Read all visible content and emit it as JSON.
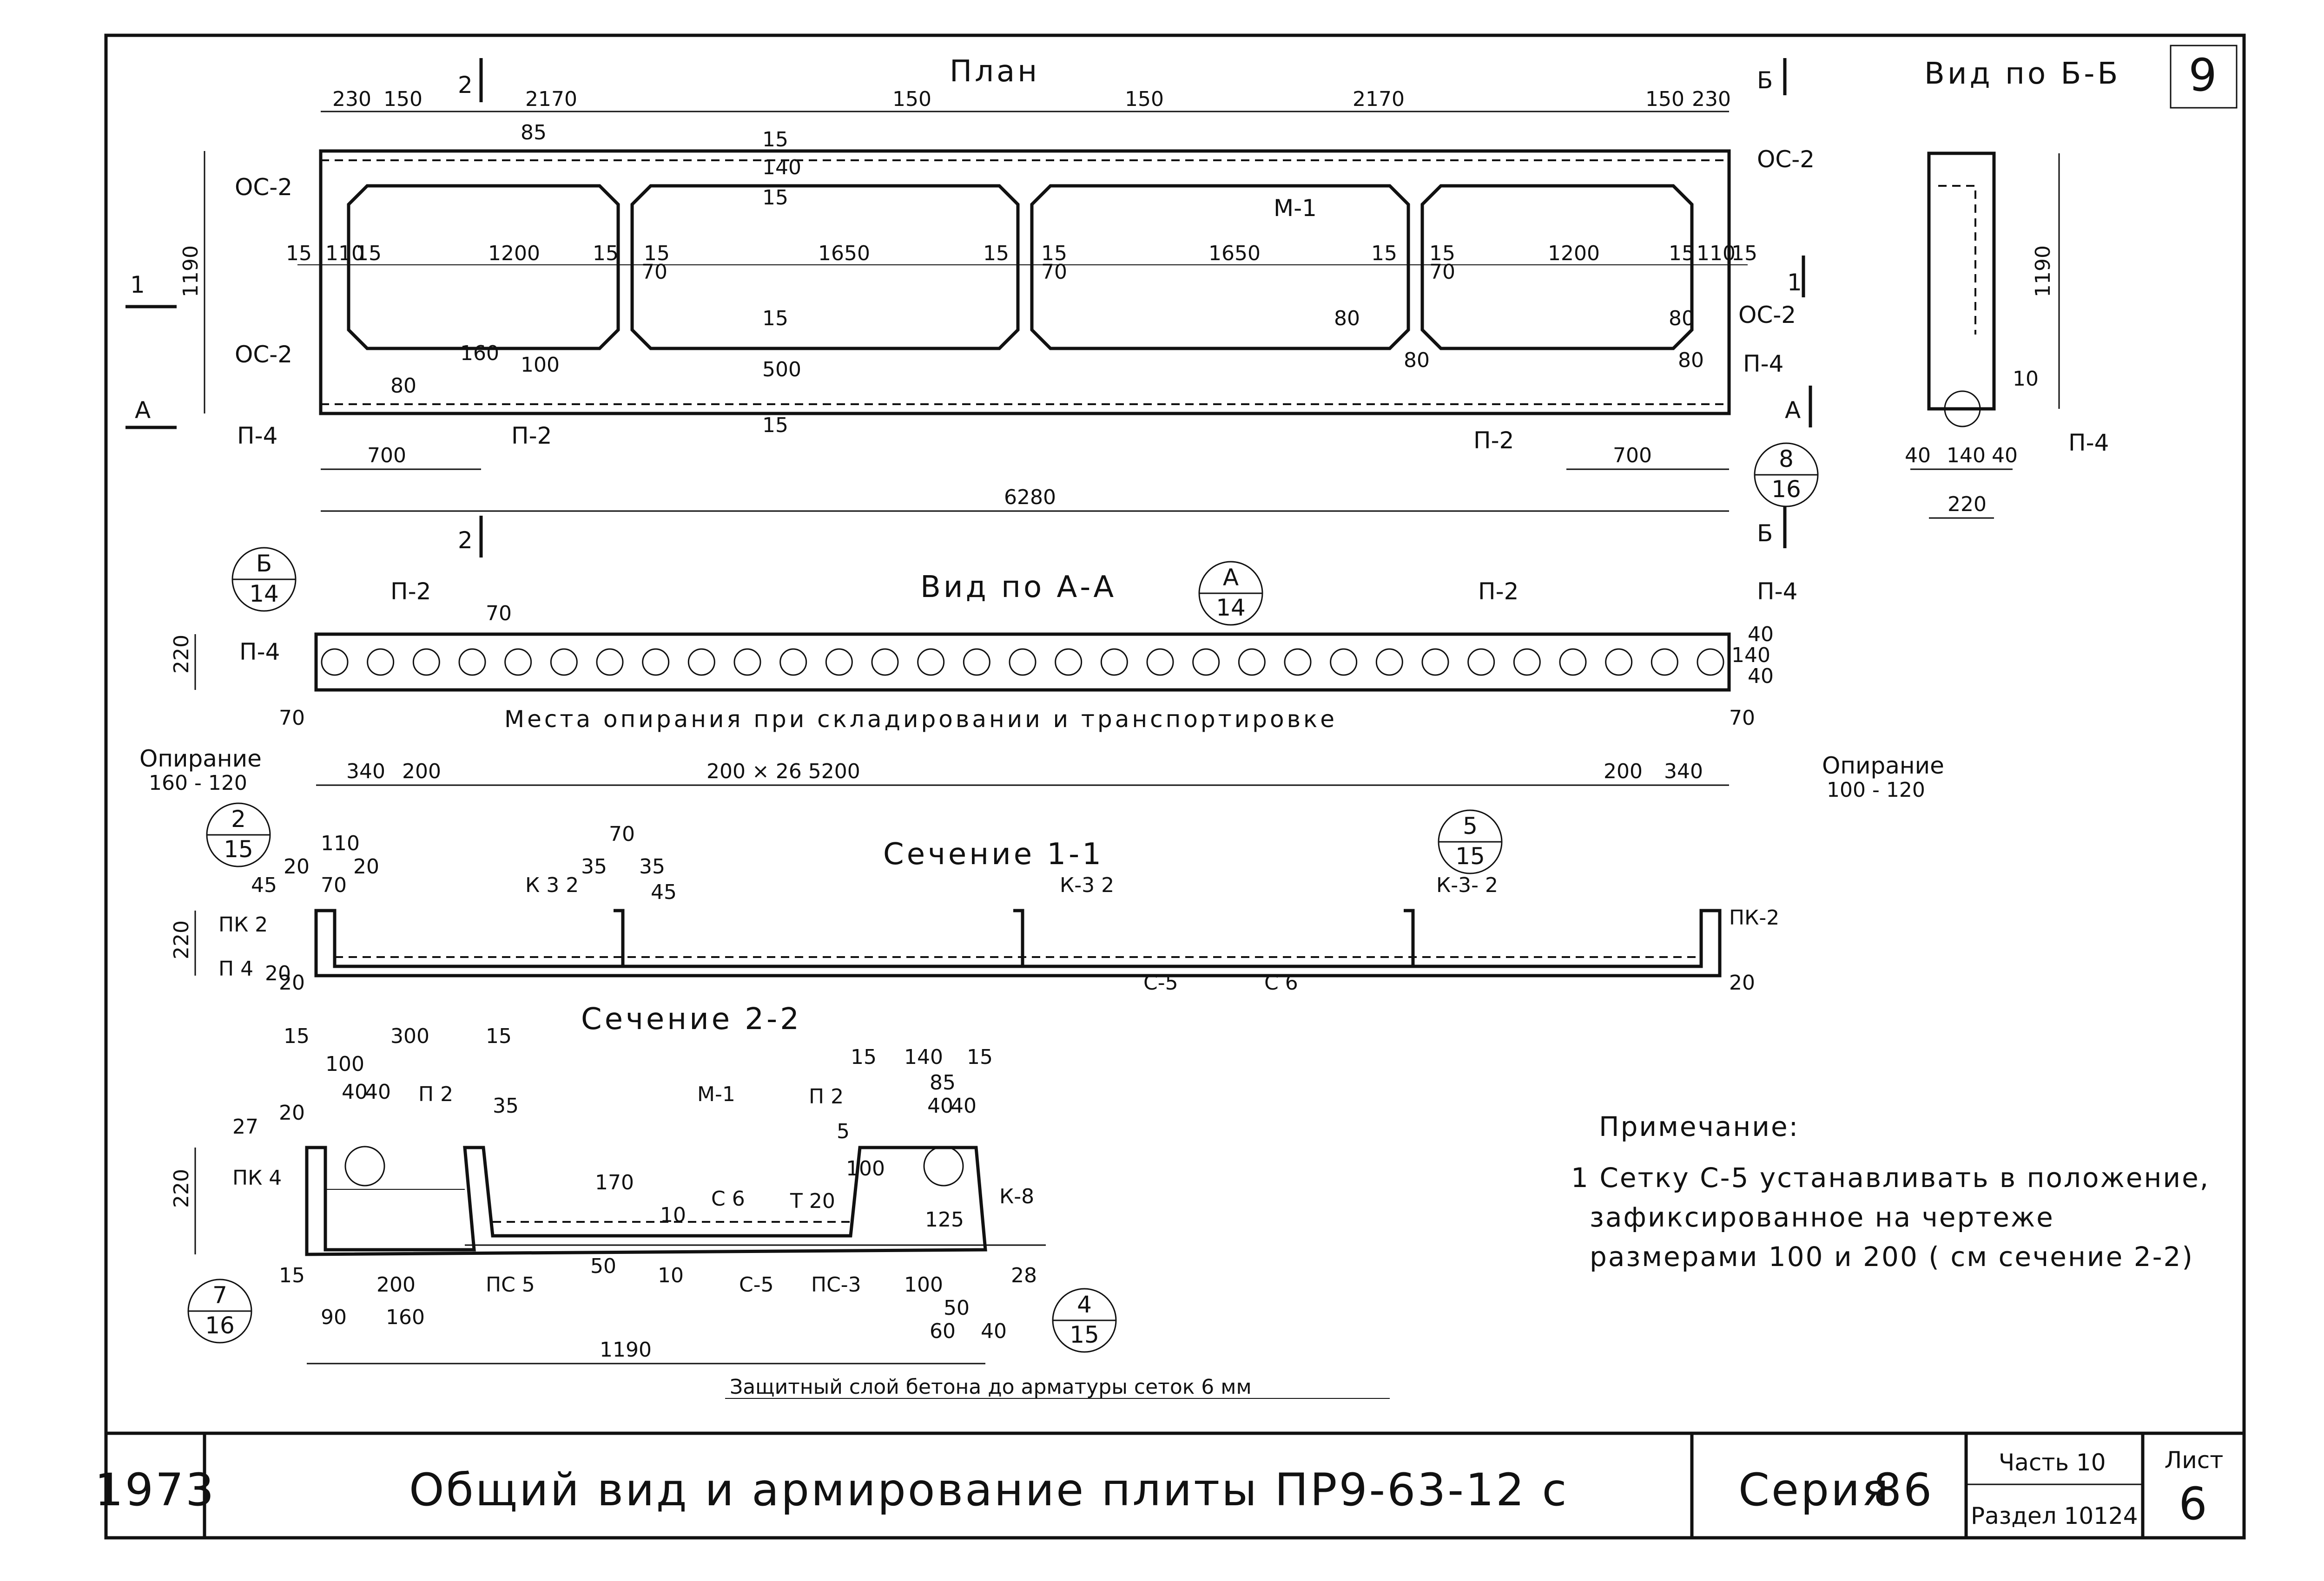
{
  "sheet": {
    "corner_number": "9"
  },
  "plan": {
    "title": "План",
    "section_marks": {
      "s2": "2",
      "s1": "1",
      "a": "А",
      "b": "Б"
    },
    "top_dims": [
      "230",
      "150",
      "2170",
      "150",
      "150",
      "2170",
      "150",
      "230"
    ],
    "cell_dims": [
      "15",
      "110",
      "15",
      "1200",
      "15",
      "15",
      "1650",
      "15",
      "15",
      "1650",
      "15",
      "15",
      "1200",
      "15",
      "110",
      "15"
    ],
    "misc_dims": [
      "85",
      "15",
      "140",
      "15",
      "15",
      "500",
      "15",
      "80",
      "80",
      "80",
      "80",
      "160",
      "100",
      "80",
      "70",
      "70",
      "70"
    ],
    "height_dim": "1190",
    "bottom_dims": {
      "left": "700",
      "right": "700",
      "total": "6280"
    },
    "labels": {
      "oc2": "ОС-2",
      "m1": "М-1",
      "p4": "П-4",
      "p2": "П-2"
    },
    "callout": {
      "top": "8",
      "bottom": "16"
    }
  },
  "view_bb": {
    "title": "Вид по Б-Б",
    "dims": {
      "height": "1190",
      "d10": "10",
      "w40a": "40",
      "w140": "140",
      "w40b": "40",
      "total": "220"
    },
    "label": "П-4"
  },
  "view_aa": {
    "title": "Вид по А-А",
    "height_dim": "220",
    "labels": {
      "p4_left": "П-4",
      "p2_left": "П-2",
      "p2_right": "П-2",
      "p4_right": "П-4"
    },
    "small_dims": {
      "d70": "70",
      "d40": "40",
      "d140": "140",
      "d40b": "40",
      "d70l": "70",
      "d70r": "70"
    },
    "callout_a": {
      "top": "А",
      "bottom": "14"
    },
    "callout_b": {
      "top": "Б",
      "bottom": "14"
    },
    "support_text": "Места опирания при складировании и транспортировке",
    "opiranie_left": {
      "label": "Опирание",
      "value": "160 - 120"
    },
    "opiranie_right": {
      "label": "Опирание",
      "value": "100 - 120"
    },
    "bottom_dims": {
      "l340": "340",
      "l200": "200",
      "mid": "200 × 26  5200",
      "r200": "200",
      "r340": "340"
    }
  },
  "section_11": {
    "title": "Сечение 1-1",
    "height_dim": "220",
    "dims": [
      "20",
      "110",
      "20",
      "70",
      "45",
      "70",
      "35",
      "35",
      "45",
      "20",
      "20",
      "20"
    ],
    "labels": {
      "pk2_left": "ПК 2",
      "p4": "П 4",
      "k32_a": "К 3 2",
      "k32_b": "К-3 2",
      "k32_c": "К-3- 2",
      "pk2_right": "ПК-2",
      "c5": "С-5",
      "c6": "С 6"
    },
    "callout_left": {
      "top": "2",
      "bottom": "15"
    },
    "callout_right": {
      "top": "5",
      "bottom": "15"
    }
  },
  "section_22": {
    "title": "Сечение 2-2",
    "height_dim": "220",
    "top_dims": [
      "15",
      "300",
      "15",
      "100",
      "40",
      "40",
      "20",
      "27",
      "35",
      "15",
      "140",
      "15",
      "85",
      "40",
      "40",
      "5"
    ],
    "mid_dims": [
      "170",
      "100",
      "10",
      "50",
      "10",
      "125",
      "28"
    ],
    "bottom_dims": [
      "15",
      "200",
      "90",
      "160",
      "100",
      "50",
      "60",
      "40",
      "1190"
    ],
    "labels": {
      "pk4": "ПК 4",
      "p2a": "П 2",
      "p2b": "П 2",
      "m1": "М-1",
      "c6": "С 6",
      "t20": "Т 20",
      "k8": "К-8",
      "pc5": "ПС 5",
      "c5": "С-5",
      "pc3": "ПС-3"
    },
    "protective_note": "Защитный слой бетона до арматуры сеток 6 мм",
    "callout_left": {
      "top": "7",
      "bottom": "16"
    },
    "callout_right": {
      "top": "4",
      "bottom": "15"
    }
  },
  "note": {
    "heading": "Примечание:",
    "lines": [
      "1 Сетку С-5   устанавливать в положение,",
      "зафиксированное   на   чертеже",
      "размерами    100 и 200 ( см сечение 2-2)"
    ]
  },
  "title_block": {
    "year": "1973",
    "title": "Общий   вид  и  армирование  плиты   ПР9-63-12 с",
    "series_label": "Серия",
    "series_value": "86",
    "part": "Часть 10",
    "section": "Раздел 10124",
    "sheet_label": "Лист",
    "sheet_value": "6"
  }
}
